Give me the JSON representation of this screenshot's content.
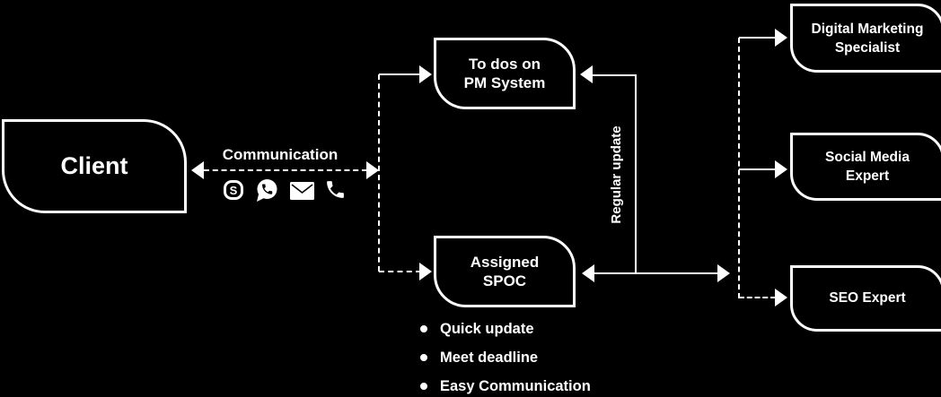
{
  "colors": {
    "background": "#000000",
    "foreground": "#ffffff"
  },
  "nodes": {
    "client": {
      "label": "Client"
    },
    "todos": {
      "line1": "To dos on",
      "line2": "PM System"
    },
    "spoc": {
      "line1": "Assigned",
      "line2": "SPOC"
    },
    "digital_marketing": {
      "line1": "Digital Marketing",
      "line2": "Specialist"
    },
    "social_media": {
      "line1": "Social Media",
      "line2": "Expert"
    },
    "seo": {
      "label": "SEO Expert"
    }
  },
  "labels": {
    "communication": "Communication",
    "regular_update": "Regular update",
    "skype_initial": "S"
  },
  "icons": [
    "skype-icon",
    "whatsapp-icon",
    "email-icon",
    "phone-icon"
  ],
  "bullets": [
    "Quick update",
    "Meet deadline",
    "Easy Communication"
  ]
}
